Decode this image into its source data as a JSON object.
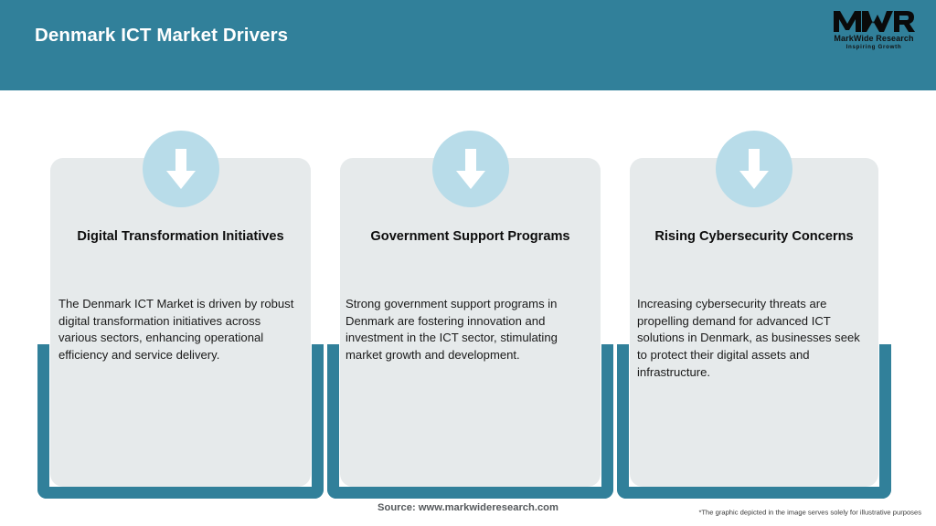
{
  "header": {
    "title": "Denmark ICT Market Drivers",
    "background_color": "#31809a",
    "title_color": "#ffffff"
  },
  "logo": {
    "mark": "MWR",
    "name": "MarkWide Research",
    "tagline": "Inspiring Growth"
  },
  "theme": {
    "teal": "#31809a",
    "card_fill": "#e6eaeb",
    "icon_circle": "#b8dce9",
    "page_background": "#ffffff"
  },
  "cards": [
    {
      "icon": "down-arrow-icon",
      "title": "Digital Transformation Initiatives",
      "body": "The Denmark ICT Market is driven by robust digital transformation initiatives across various sectors, enhancing operational efficiency and service delivery."
    },
    {
      "icon": "down-arrow-icon",
      "title": "Government Support Programs",
      "body": "Strong government support programs in Denmark are fostering innovation and investment in the ICT sector, stimulating market growth and development."
    },
    {
      "icon": "down-arrow-icon",
      "title": "Rising Cybersecurity Concerns",
      "body": "Increasing cybersecurity threats are propelling demand for advanced ICT solutions in Denmark, as businesses seek to protect their digital assets and infrastructure."
    }
  ],
  "footer": {
    "source": "Source: www.markwideresearch.com",
    "disclaimer": "*The graphic depicted in the image serves solely for illustrative purposes"
  }
}
